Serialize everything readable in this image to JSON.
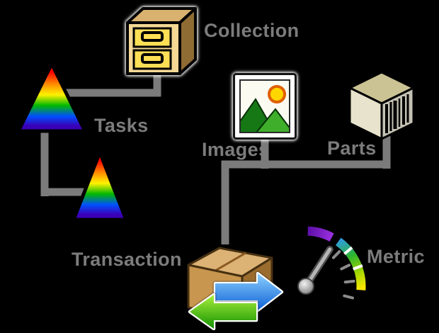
{
  "diagram": {
    "background_color": "#000000",
    "connector_color": "#7B7B7B",
    "label_color": "#7C7C7C",
    "nodes": {
      "collection": {
        "label": "Collection",
        "icon": "file-cabinet-icon"
      },
      "tasks": {
        "label": "Tasks",
        "icon": "prism-triangle-icon"
      },
      "tasks_child": {
        "icon": "prism-triangle-icon"
      },
      "images": {
        "label": "Images",
        "icon": "picture-icon"
      },
      "parts": {
        "label": "Parts",
        "icon": "box-barcode-icon"
      },
      "transaction": {
        "label": "Transaction",
        "icon": "package-arrows-icon"
      },
      "metric": {
        "label": "Metric",
        "icon": "gauge-icon"
      }
    }
  }
}
